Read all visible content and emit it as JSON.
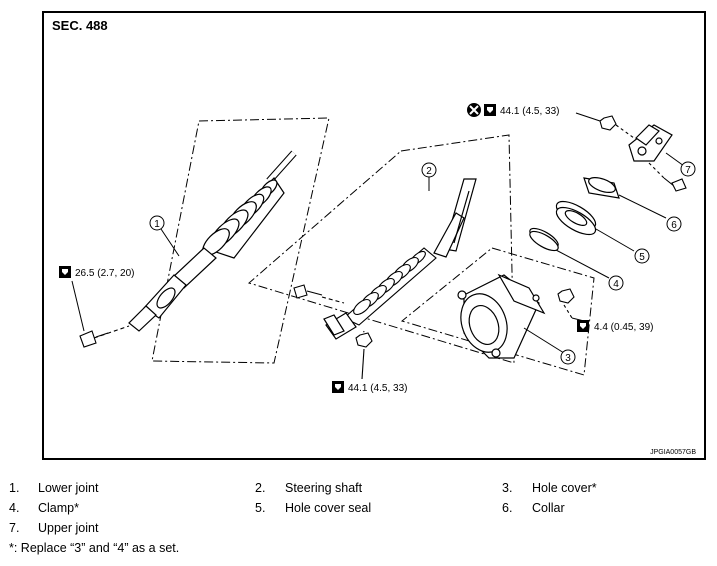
{
  "diagram": {
    "section": "SEC. 488",
    "image_code": "JPGIA0057GB",
    "torques": {
      "lower_joint_bolt": "26.5 (2.7, 20)",
      "shaft_nut": "44.1 (4.5, 33)",
      "upper_nut": "44.1 (4.5, 33)",
      "hole_cover_nut": "4.4 (0.45, 39)"
    },
    "callouts": [
      "1",
      "2",
      "3",
      "4",
      "5",
      "6",
      "7"
    ]
  },
  "legend": {
    "items": [
      {
        "num": "1.",
        "label": "Lower joint"
      },
      {
        "num": "2.",
        "label": "Steering shaft"
      },
      {
        "num": "3.",
        "label": "Hole cover*"
      },
      {
        "num": "4.",
        "label": "Clamp*"
      },
      {
        "num": "5.",
        "label": "Hole cover seal"
      },
      {
        "num": "6.",
        "label": "Collar"
      },
      {
        "num": "7.",
        "label": "Upper joint"
      }
    ],
    "footnote": "*: Replace “3” and “4” as a set."
  }
}
